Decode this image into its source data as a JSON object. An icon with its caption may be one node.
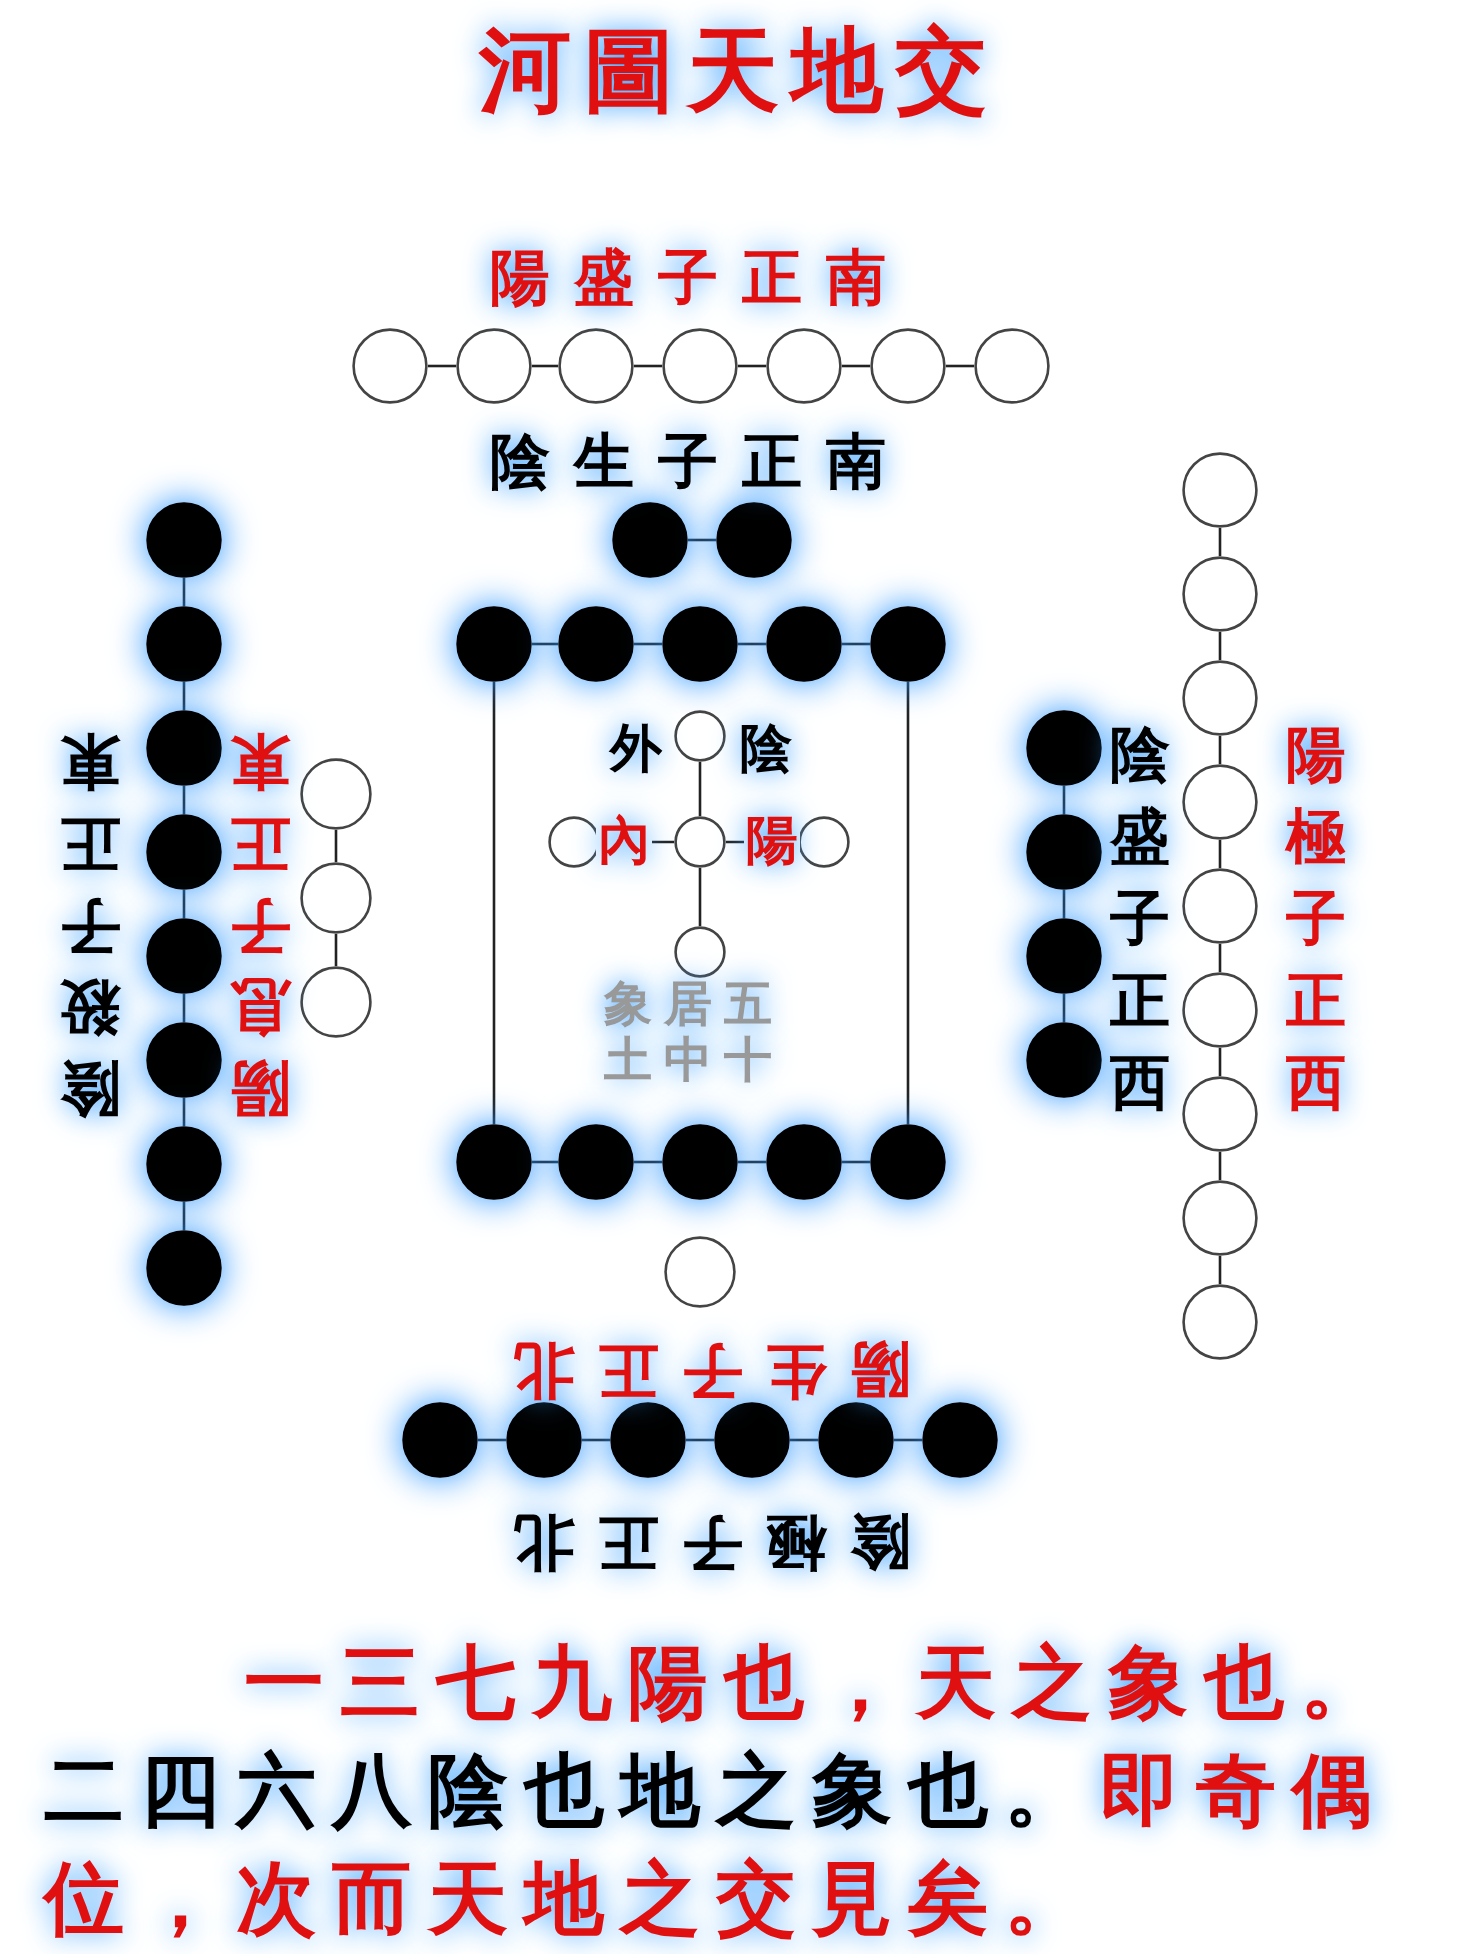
{
  "diagram": {
    "title": "河圖天地交",
    "nodes": [
      {
        "text": [],
        "shape": "circle"
      },
      {
        "text": [],
        "shape": "circle"
      },
      {
        "text": [],
        "shape": "circle"
      },
      {
        "text": [],
        "shape": "circle"
      },
      {
        "text": [],
        "shape": "circle"
      },
      {
        "text": [],
        "shape": "circle"
      },
      {
        "text": [],
        "shape": "circle"
      },
      {
        "text": [],
        "shape": "circle"
      },
      {
        "text": [],
        "shape": "circle"
      },
      {
        "text": [],
        "shape": "circle"
      },
      {
        "text": [],
        "shape": "circle"
      },
      {
        "text": [],
        "shape": "circle"
      },
      {
        "text": [],
        "shape": "circle"
      },
      {
        "text": [],
        "shape": "circle"
      },
      {
        "text": [],
        "shape": "circle"
      },
      {
        "text": [],
        "shape": "circle"
      },
      {
        "text": [],
        "shape": "circle"
      },
      {
        "text": [],
        "shape": "circle"
      },
      {
        "text": [],
        "shape": "circle"
      },
      {
        "text": [],
        "shape": "circle"
      },
      {
        "text": [],
        "shape": "circle"
      },
      {
        "text": [],
        "shape": "circle"
      },
      {
        "text": [],
        "shape": "circle"
      },
      {
        "text": [],
        "shape": "circle"
      },
      {
        "text": [],
        "shape": "circle"
      },
      {
        "text": [],
        "shape": "circle"
      },
      {
        "text": [],
        "shape": "circle"
      },
      {
        "text": [],
        "shape": "circle"
      },
      {
        "text": [],
        "shape": "circle"
      },
      {
        "text": [],
        "shape": "circle"
      },
      {
        "text": [],
        "shape": "circle"
      },
      {
        "text": [],
        "shape": "circle"
      },
      {
        "text": [],
        "shape": "circle"
      },
      {
        "text": [],
        "shape": "circle"
      },
      {
        "text": [],
        "shape": "circle"
      },
      {
        "text": [],
        "shape": "circle"
      },
      {
        "text": [],
        "shape": "circle"
      },
      {
        "text": [],
        "shape": "circle"
      },
      {
        "text": [],
        "shape": "circle"
      },
      {
        "text": [],
        "shape": "circle"
      },
      {
        "text": [],
        "shape": "circle"
      },
      {
        "text": [],
        "shape": "circle"
      },
      {
        "text": [],
        "shape": "circle"
      },
      {
        "text": [],
        "shape": "circle"
      },
      {
        "text": [],
        "shape": "circle"
      },
      {
        "text": [],
        "shape": "circle"
      },
      {
        "text": [],
        "shape": "circle"
      },
      {
        "text": [],
        "shape": "circle"
      },
      {
        "text": [],
        "shape": "circle"
      },
      {
        "text": [],
        "shape": "circle"
      },
      {
        "text": [],
        "shape": "circle"
      },
      {
        "text": [],
        "shape": "circle"
      },
      {
        "text": [],
        "shape": "circle"
      },
      {
        "text": [],
        "shape": "circle"
      },
      {
        "text": [],
        "shape": "circle"
      }
    ],
    "edges": [
      {
        "from": 0,
        "to": 1,
        "arrow": "none"
      },
      {
        "from": 1,
        "to": 2,
        "arrow": "none"
      },
      {
        "from": 2,
        "to": 3,
        "arrow": "none"
      },
      {
        "from": 3,
        "to": 4,
        "arrow": "none"
      },
      {
        "from": 4,
        "to": 5,
        "arrow": "none"
      },
      {
        "from": 5,
        "to": 6,
        "arrow": "none"
      },
      {
        "from": 7,
        "to": 8,
        "arrow": "none"
      },
      {
        "from": 9,
        "to": 10,
        "arrow": "none"
      },
      {
        "from": 10,
        "to": 11,
        "arrow": "none"
      },
      {
        "from": 11,
        "to": 12,
        "arrow": "none"
      },
      {
        "from": 12,
        "to": 13,
        "arrow": "none"
      },
      {
        "from": 14,
        "to": 15,
        "arrow": "none"
      },
      {
        "from": 15,
        "to": 16,
        "arrow": "none"
      },
      {
        "from": 16,
        "to": 17,
        "arrow": "none"
      },
      {
        "from": 17,
        "to": 18,
        "arrow": "none"
      },
      {
        "from": 18,
        "to": 19,
        "arrow": "none"
      },
      {
        "from": 19,
        "to": 20,
        "arrow": "none"
      },
      {
        "from": 20,
        "to": 21,
        "arrow": "none"
      },
      {
        "from": 22,
        "to": 23,
        "arrow": "none"
      },
      {
        "from": 23,
        "to": 24,
        "arrow": "none"
      },
      {
        "from": 25,
        "to": 27,
        "arrow": "none"
      },
      {
        "from": 26,
        "to": 27,
        "arrow": "none"
      },
      {
        "from": 27,
        "to": 28,
        "arrow": "none"
      },
      {
        "from": 27,
        "to": 29,
        "arrow": "none"
      },
      {
        "from": 30,
        "to": 31,
        "arrow": "none"
      },
      {
        "from": 31,
        "to": 32,
        "arrow": "none"
      },
      {
        "from": 32,
        "to": 33,
        "arrow": "none"
      },
      {
        "from": 34,
        "to": 35,
        "arrow": "none"
      },
      {
        "from": 35,
        "to": 36,
        "arrow": "none"
      },
      {
        "from": 36,
        "to": 37,
        "arrow": "none"
      },
      {
        "from": 37,
        "to": 38,
        "arrow": "none"
      },
      {
        "from": 38,
        "to": 39,
        "arrow": "none"
      },
      {
        "from": 39,
        "to": 40,
        "arrow": "none"
      },
      {
        "from": 40,
        "to": 41,
        "arrow": "none"
      },
      {
        "from": 41,
        "to": 42,
        "arrow": "none"
      },
      {
        "from": 43,
        "to": 44,
        "arrow": "none"
      },
      {
        "from": 44,
        "to": 45,
        "arrow": "none"
      },
      {
        "from": 45,
        "to": 46,
        "arrow": "none"
      },
      {
        "from": 46,
        "to": 47,
        "arrow": "none"
      },
      {
        "from": 49,
        "to": 50,
        "arrow": "none"
      },
      {
        "from": 50,
        "to": 51,
        "arrow": "none"
      },
      {
        "from": 51,
        "to": 52,
        "arrow": "none"
      },
      {
        "from": 52,
        "to": 53,
        "arrow": "none"
      },
      {
        "from": 53,
        "to": 54,
        "arrow": "none"
      },
      {
        "from": 9,
        "to": 43,
        "arrow": "none"
      },
      {
        "from": 13,
        "to": 47,
        "arrow": "none"
      }
    ],
    "labels": [
      "陽盛子正南",
      "陰生子正南",
      "陰殺子正東",
      "陽息子正東",
      "外",
      "陰",
      "內",
      "陽",
      "象居五",
      "土中十",
      "陰盛子正西",
      "陽極子正西",
      "陽生子正北",
      "陰極子正北",
      "一三七九陽也，天之象也。",
      "二四六八陰也地之象也。",
      "即奇偶位，次而天地之交見矣。"
    ]
  }
}
